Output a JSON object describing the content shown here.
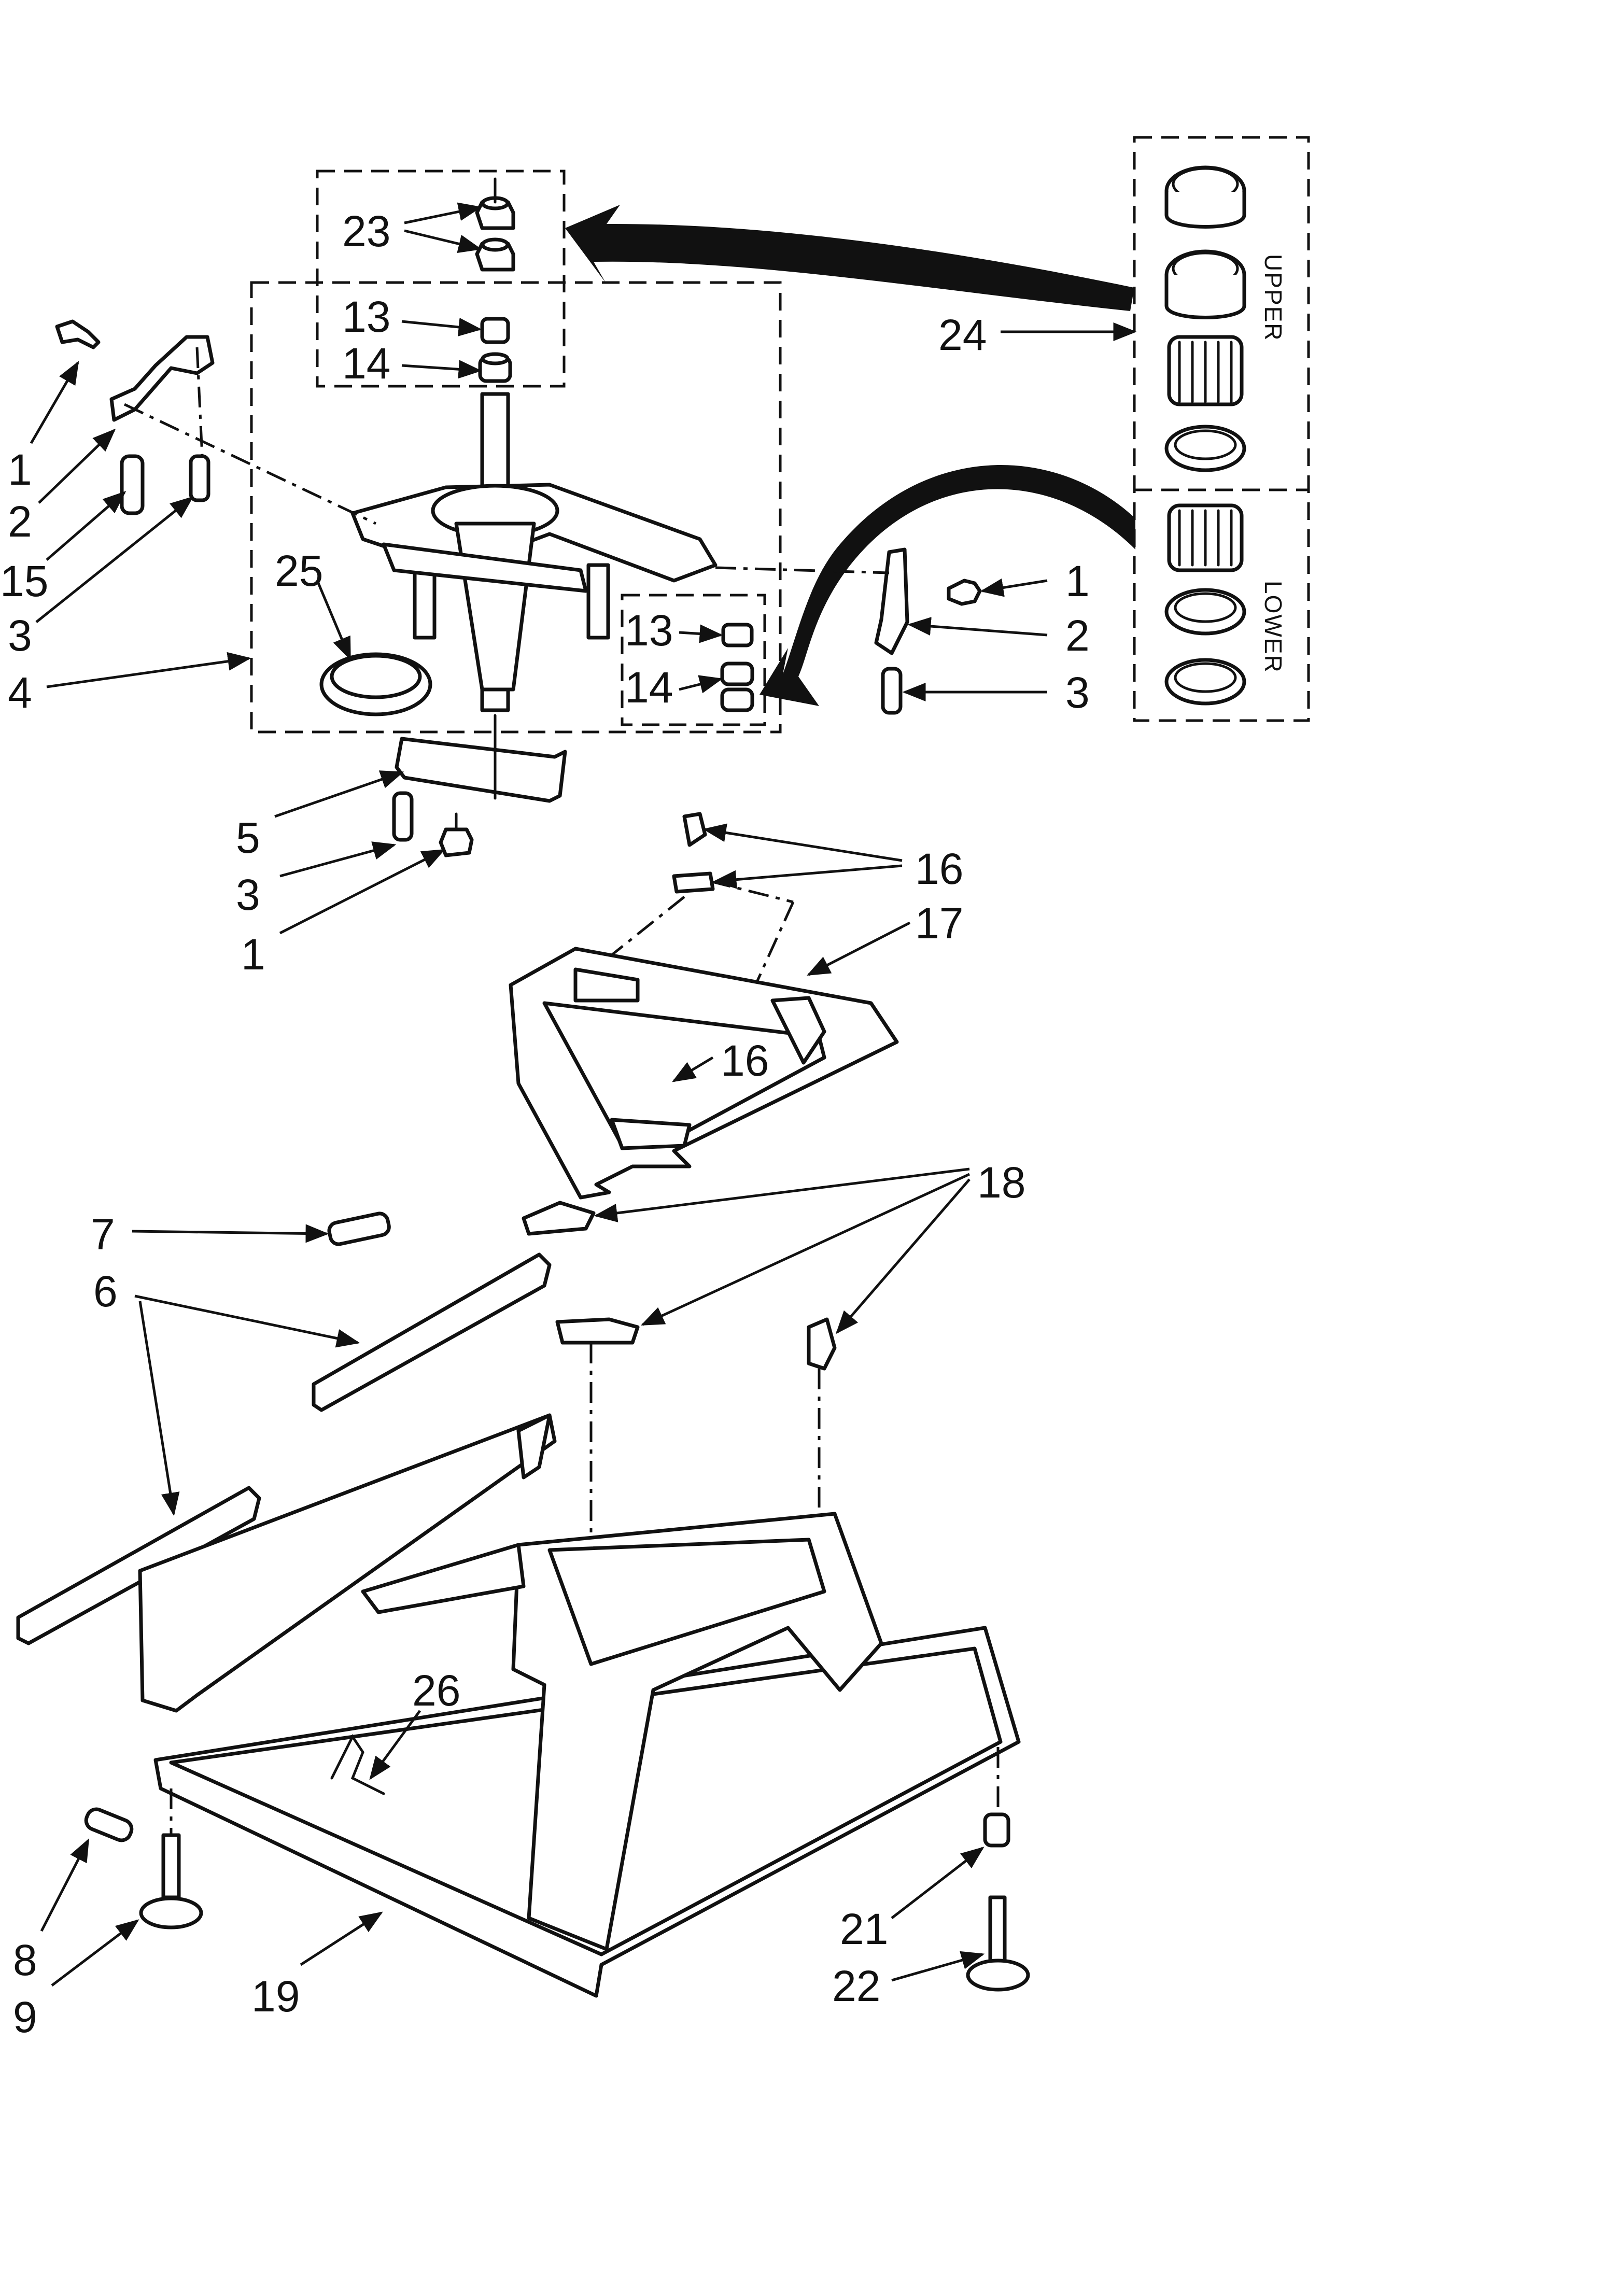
{
  "callouts": {
    "c1a": "1",
    "c2a": "2",
    "c15": "15",
    "c3a": "3",
    "c4": "4",
    "c25": "25",
    "c23": "23",
    "c13a": "13",
    "c14a": "14",
    "c13b": "13",
    "c14b": "14",
    "c24": "24",
    "c1b": "1",
    "c2b": "2",
    "c3b": "3",
    "c5": "5",
    "c3c": "3",
    "c1c": "1",
    "c16a": "16",
    "c17": "17",
    "c16b": "16",
    "c18": "18",
    "c7": "7",
    "c6": "6",
    "c26": "26",
    "c8": "8",
    "c9": "9",
    "c19": "19",
    "c21": "21",
    "c22": "22"
  },
  "kit_labels": {
    "upper": "UPPER",
    "lower": "LOWER"
  }
}
